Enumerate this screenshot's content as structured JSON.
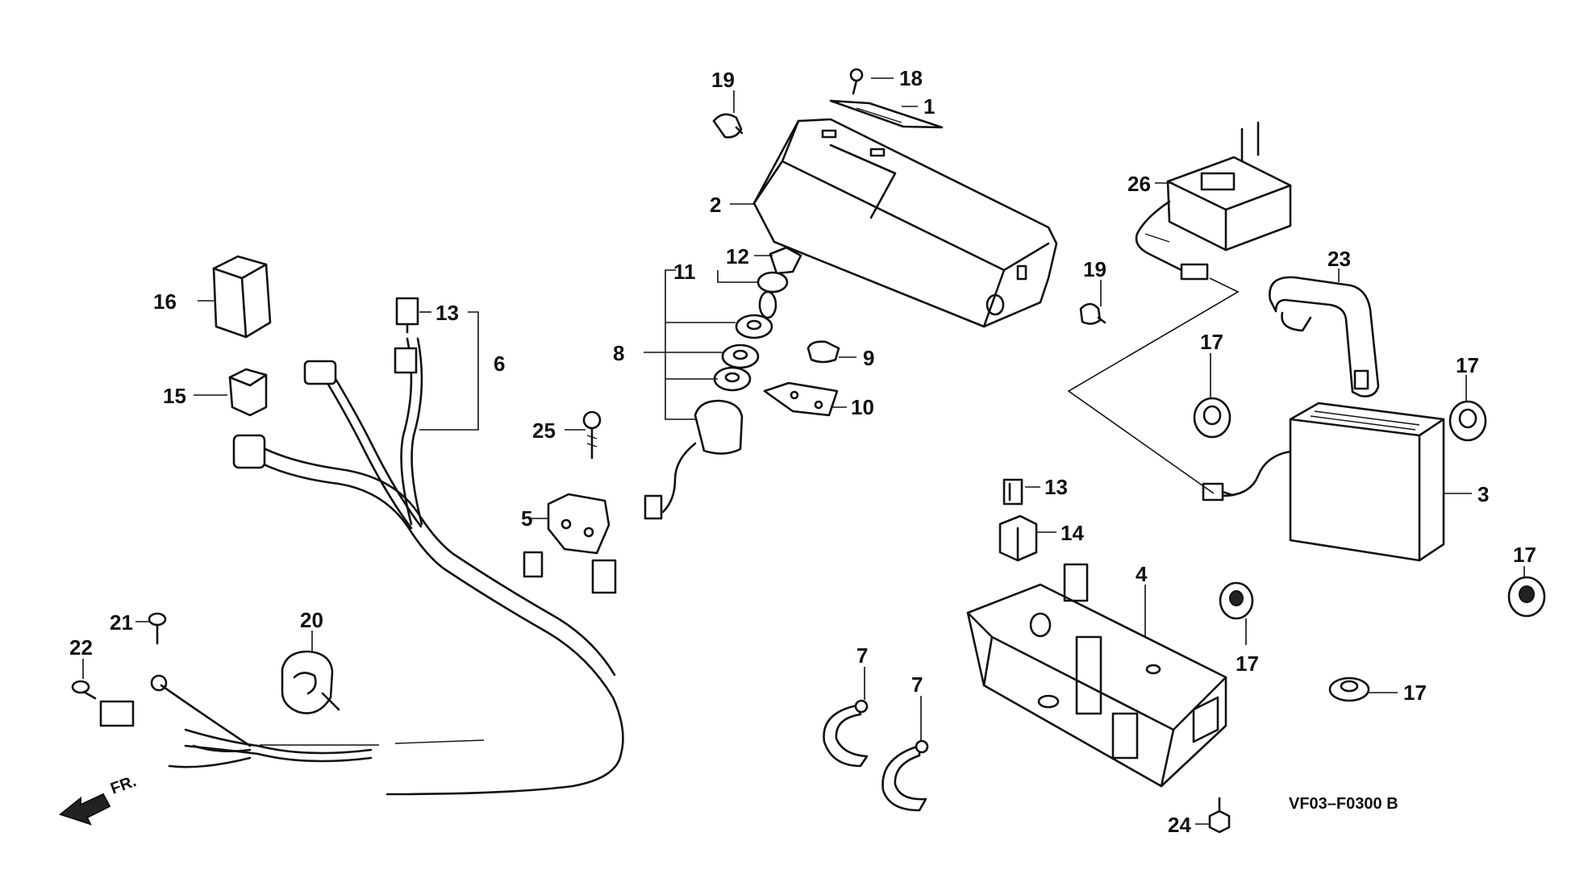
{
  "diagram": {
    "drawing_code": "VF03–F0300 B",
    "direction_label": "FR.",
    "callouts": {
      "c1": "1",
      "c2": "2",
      "c3": "3",
      "c4": "4",
      "c5": "5",
      "c6": "6",
      "c7a": "7",
      "c7b": "7",
      "c8": "8",
      "c9": "9",
      "c10": "10",
      "c11": "11",
      "c12": "12",
      "c13a": "13",
      "c13b": "13",
      "c14": "14",
      "c15": "15",
      "c16": "16",
      "c17a": "17",
      "c17b": "17",
      "c17c": "17",
      "c17d": "17",
      "c17e": "17",
      "c18": "18",
      "c19a": "19",
      "c19b": "19",
      "c20": "20",
      "c21": "21",
      "c22": "22",
      "c23": "23",
      "c24": "24",
      "c25": "25",
      "c26": "26"
    }
  }
}
